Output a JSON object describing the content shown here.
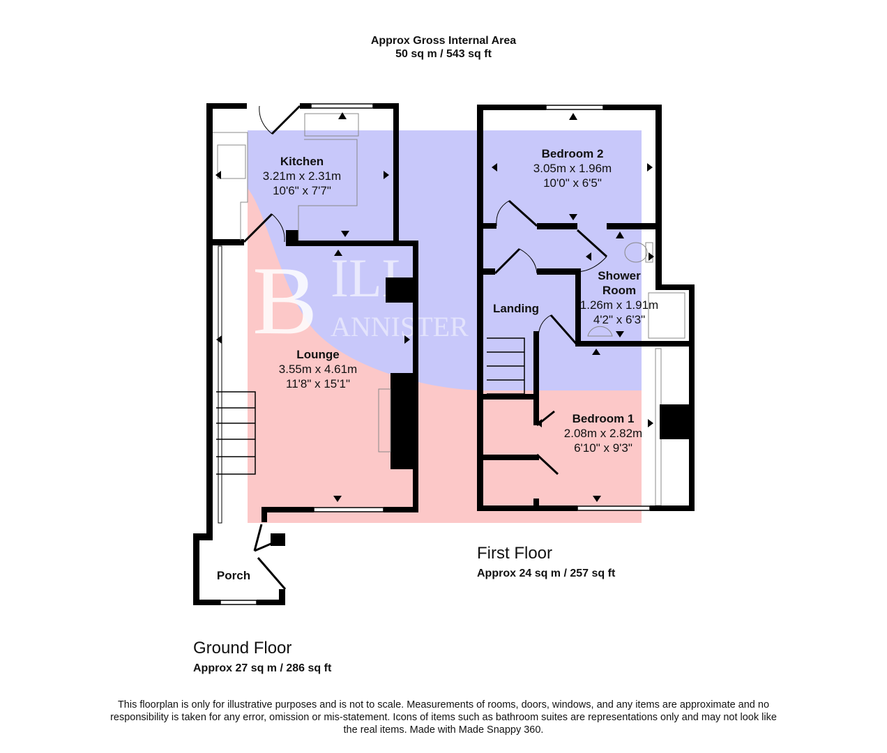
{
  "header": {
    "line1": "Approx Gross Internal Area",
    "line2": "50 sq m / 543 sq ft"
  },
  "watermark": {
    "line1": "BILL",
    "line2": "BANNISTER",
    "colors": {
      "blue": "#c8c8fa",
      "pink": "#fcc8c8"
    }
  },
  "wall_color": "#000000",
  "ground_floor": {
    "title": "Ground Floor",
    "area": "Approx 27 sq m / 286 sq ft",
    "rooms": [
      {
        "name": "Kitchen",
        "metric": "3.21m x 2.31m",
        "imperial": "10'6\" x 7'7\""
      },
      {
        "name": "Lounge",
        "metric": "3.55m x 4.61m",
        "imperial": "11'8\" x 15'1\""
      },
      {
        "name": "Porch"
      }
    ]
  },
  "first_floor": {
    "title": "First Floor",
    "area": "Approx 24 sq m / 257 sq ft",
    "rooms": [
      {
        "name": "Bedroom 2",
        "metric": "3.05m x 1.96m",
        "imperial": "10'0\" x 6'5\""
      },
      {
        "name": "Shower Room",
        "name_line1": "Shower",
        "name_line2": "Room",
        "metric": "1.26m x 1.91m",
        "imperial": "4'2\" x 6'3\""
      },
      {
        "name": "Landing"
      },
      {
        "name": "Bedroom 1",
        "metric": "2.08m x 2.82m",
        "imperial": "6'10\" x 9'3\""
      }
    ]
  },
  "disclaimer": "This floorplan is only for illustrative purposes and is not to scale. Measurements of rooms, doors, windows, and any items are approximate and no responsibility is taken for any error, omission or mis-statement. Icons of items such as bathroom suites are representations only and may not look like the real items. Made with Made Snappy 360."
}
